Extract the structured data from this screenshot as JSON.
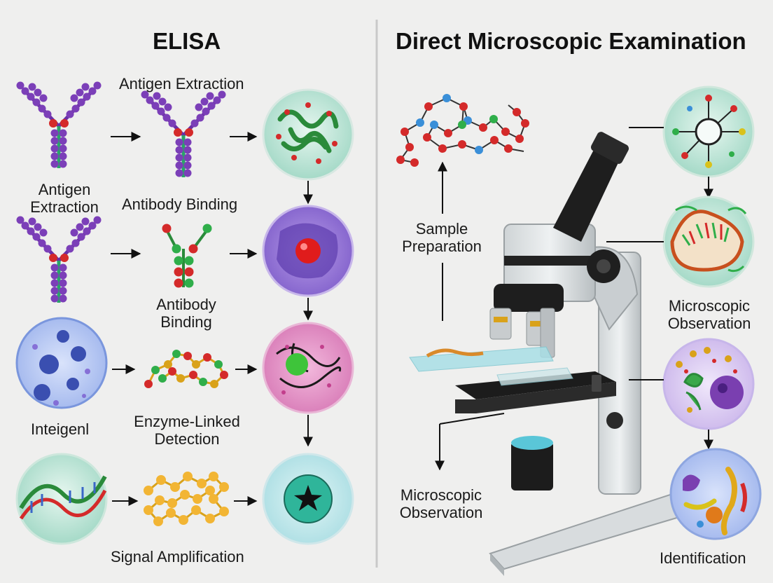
{
  "elisa": {
    "title": "ELISA",
    "row1": {
      "left_line1": "Antigen",
      "left_line2": "Extraction",
      "top_label": "Antigen Extraction",
      "mid_label": "Antibody Binding"
    },
    "row2": {
      "label_line1": "Antibody",
      "label_line2": "Binding"
    },
    "row3": {
      "left_label": "Inteigenl",
      "label_line1": "Enzyme-Linked",
      "label_line2": "Detection"
    },
    "row4": {
      "label": "Signal Amplification"
    }
  },
  "microscopy": {
    "title": "Direct Microscopic Examination",
    "sample_line1": "Sample",
    "sample_line2": "Preparation",
    "obs_left_line1": "Microscopic",
    "obs_left_line2": "Observation",
    "obs_right_line1": "Microscopic",
    "obs_right_line2": "Observation",
    "identification": "Identification"
  },
  "colors": {
    "background": "#efefee",
    "purple": "#7a3fb0",
    "red": "#d42a2a",
    "green": "#2fae4a",
    "teal": "#3aa9a0",
    "divider": "#c9c9c9"
  }
}
